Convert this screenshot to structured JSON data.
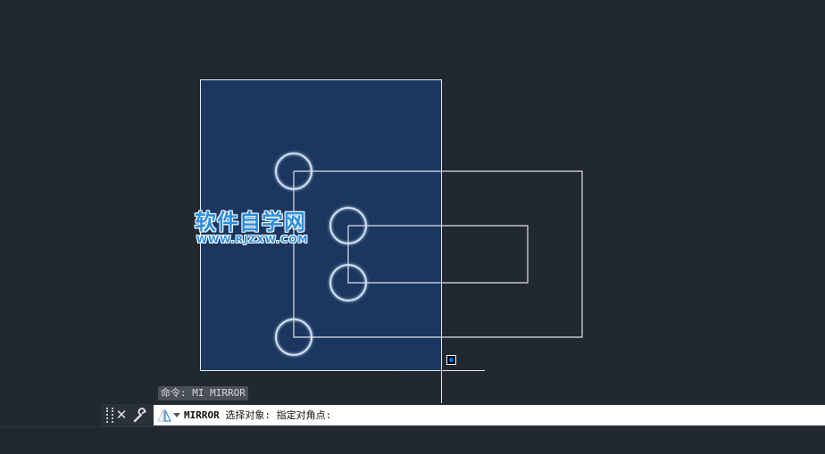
{
  "canvas": {
    "background": "#212830",
    "selection_fill": "#1b365f",
    "line_color": "#dfe6ee",
    "circle_glow": "#9fc3ee",
    "grip_color": "#0a6cf0"
  },
  "watermark": {
    "title": "软件自学网",
    "url": "WWW.RJZXW.COM"
  },
  "command_line": {
    "history_line": "命令: MI MIRROR",
    "close_icon": "close-icon",
    "settings_icon": "wrench-icon",
    "command_icon": "mirror-icon",
    "command_name": "MIRROR",
    "prompt": " 选择对象: 指定对角点:"
  }
}
